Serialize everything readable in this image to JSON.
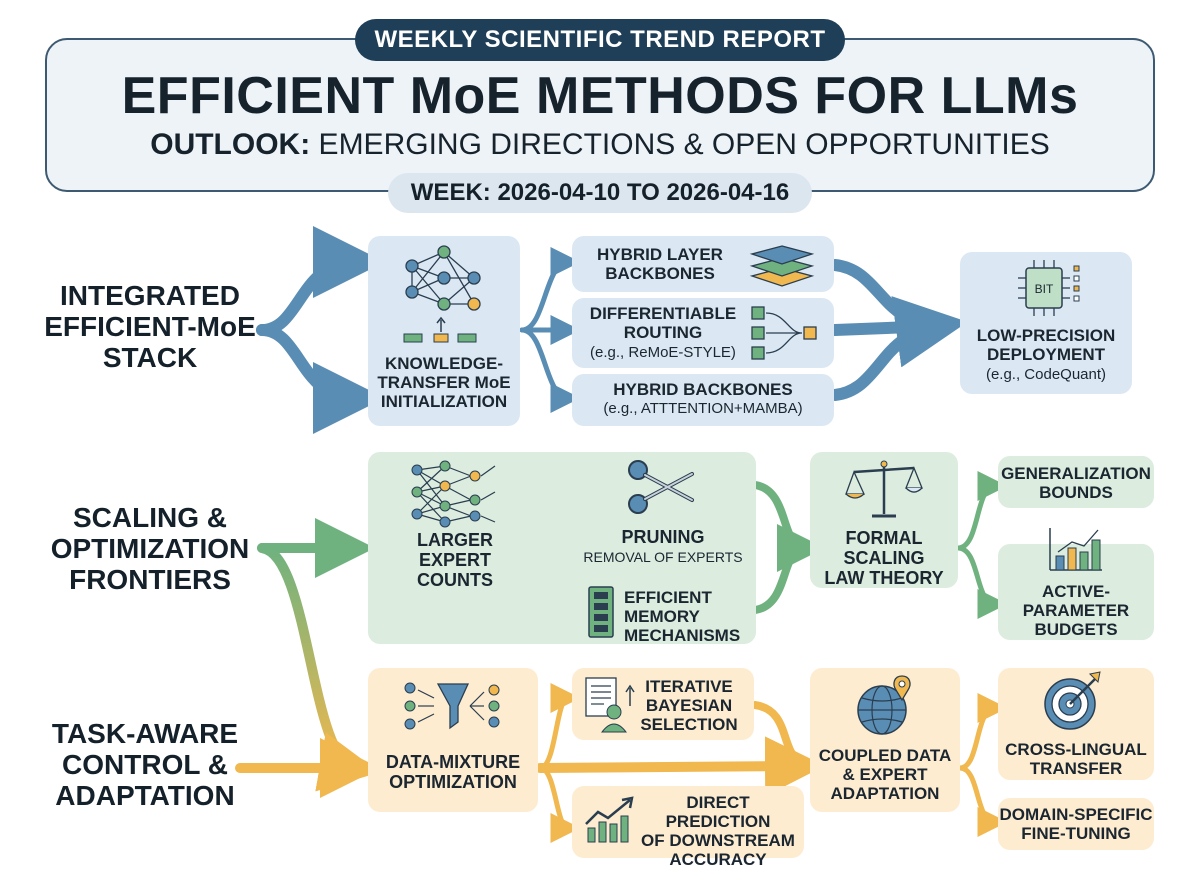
{
  "header": {
    "banner": "WEEKLY SCIENTIFIC TREND REPORT",
    "title": "EFFICIENT MoE METHODS FOR LLMs",
    "subtitle_bold": "OUTLOOK:",
    "subtitle_rest": " EMERGING DIRECTIONS & OPEN OPPORTUNITIES",
    "week": "WEEK: 2026-04-10 TO 2026-04-16"
  },
  "rows": {
    "row1": {
      "label": [
        "INTEGRATED",
        "EFFICIENT-MoE",
        "STACK"
      ],
      "knowledge": [
        "KNOWLEDGE-",
        "TRANSFER MoE",
        "INITIALIZATION"
      ],
      "hybrid_layer": [
        "HYBRID LAYER",
        "BACKBONES"
      ],
      "diff_routing": {
        "title": [
          "DIFFERENTIABLE",
          "ROUTING"
        ],
        "note": "(e.g., ReMoE-STYLE)"
      },
      "hybrid_backbones": {
        "title": "HYBRID BACKBONES",
        "note": "(e.g., ATTTENTION+MAMBA)"
      },
      "low_precision": {
        "title": [
          "LOW-PRECISION",
          "DEPLOYMENT"
        ],
        "note": "(e.g., CodeQuant)",
        "chip_text": "BIT"
      }
    },
    "row2": {
      "label": [
        "SCALING &",
        "OPTIMIZATION",
        "FRONTIERS"
      ],
      "larger_expert": [
        "LARGER",
        "EXPERT",
        "COUNTS"
      ],
      "pruning": {
        "title": "PRUNING",
        "note": "REMOVAL OF EXPERTS"
      },
      "memory": [
        "EFFICIENT",
        "MEMORY",
        "MECHANISMS"
      ],
      "formal": [
        "FORMAL",
        "SCALING",
        "LAW THEORY"
      ],
      "generalization": [
        "GENERALIZATION",
        "BOUNDS"
      ],
      "active_param": [
        "ACTIVE-",
        "PARAMETER",
        "BUDGETS"
      ]
    },
    "row3": {
      "label": [
        "TASK-AWARE",
        "CONTROL &",
        "ADAPTATION"
      ],
      "data_mixture": [
        "DATA-MIXTURE",
        "OPTIMIZATION"
      ],
      "iterative": [
        "ITERATIVE",
        "BAYESIAN",
        "SELECTION"
      ],
      "direct_pred": [
        "DIRECT PREDICTION",
        "OF DOWNSTREAM",
        "ACCURACY"
      ],
      "coupled": [
        "COUPLED DATA",
        "& EXPERT",
        "ADAPTATION"
      ],
      "cross_lingual": [
        "CROSS-LINGUAL",
        "TRANSFER"
      ],
      "domain_specific": [
        "DOMAIN-SPECIFIC",
        "FINE-TUNING"
      ]
    }
  },
  "colors": {
    "blue_arrow": "#5a8db4",
    "green_arrow": "#6fb27f",
    "orange_arrow": "#f0b84e",
    "blue_box": "#dbe8f3",
    "green_box": "#dcecdf",
    "orange_box": "#fdecd0",
    "navy": "#1e3f57"
  },
  "icons": [
    "neural-network-icon",
    "layers-icon",
    "routing-icon",
    "chip-icon",
    "scissors-icon",
    "memory-module-icon",
    "balance-scale-icon",
    "bar-chart-icon",
    "funnel-icon",
    "document-user-icon",
    "line-chart-icon",
    "globe-pin-icon",
    "target-icon"
  ]
}
